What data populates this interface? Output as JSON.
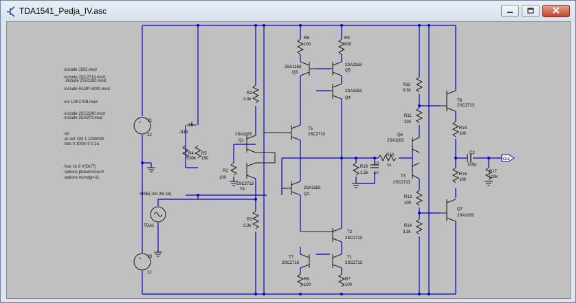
{
  "window": {
    "title": "TDA1541_Pedja_IV.asc"
  },
  "icons": {
    "app": "transistor-icon",
    "minimize": "minimize-icon",
    "maximize": "maximize-icon",
    "close": "close-icon"
  },
  "directives": [
    ".include J202.mod",
    ".include 2SC2713.mod",
    ".include 2SA1163.mod",
    ".include HLMP-6000.mod",
    ".inc LSK170B.mod",
    ".include 2SC2240.mod",
    ".include 2SA970.mod",
    ".op",
    ".ac oct 100 1 1000000",
    ".tran 0 100m 0 0.1u",
    ".four 1k 9 V(OUT)",
    ".options plotwinsize=0",
    ".options numdgt=11"
  ],
  "components": {
    "V1": {
      "name": "V1",
      "value": "12"
    },
    "V3": {
      "name": "V3",
      "value": "12"
    },
    "T6": {
      "name": "T6",
      "model": "J113"
    },
    "R4": {
      "name": "R4",
      "value": "100k"
    },
    "R5": {
      "name": "R5",
      "value": "150"
    },
    "R2": {
      "name": "R2",
      "value": "3.3k"
    },
    "R3": {
      "name": "R3",
      "value": "3.3k"
    },
    "R1": {
      "name": "R1",
      "value": "100"
    },
    "Q1": {
      "name": "Q1",
      "model": "2SA1163"
    },
    "T4": {
      "name": "T4",
      "model": "2SC2713"
    },
    "TDA1": {
      "name": "TDA1",
      "value": "SINE(-2m 2m 1k)"
    },
    "R8": {
      "name": "R8",
      "value": "100"
    },
    "R9": {
      "name": "R9",
      "value": "100"
    },
    "Q3": {
      "name": "Q3",
      "model": "2SA1163"
    },
    "Q5": {
      "name": "Q5",
      "model": "2SA1163"
    },
    "Q4": {
      "name": "Q4",
      "model": "2SA1163"
    },
    "T5": {
      "name": "T5",
      "model": "2SC2713"
    },
    "Q2": {
      "name": "Q2",
      "model": "2SA1163"
    },
    "T2": {
      "name": "T2",
      "model": "2SC2713"
    },
    "T7": {
      "name": "T7",
      "model": "2SC2713"
    },
    "T1": {
      "name": "T1",
      "model": "2SC2713"
    },
    "R6": {
      "name": "R6",
      "value": "100"
    },
    "R7": {
      "name": "R7",
      "value": "100"
    },
    "R18": {
      "name": "R18",
      "value": "1.5k"
    },
    "C1": {
      "name": "C1",
      "value": "1n"
    },
    "R10": {
      "name": "R10",
      "value": "1k"
    },
    "R12": {
      "name": "R12",
      "value": "3.3k"
    },
    "R11": {
      "name": "R11",
      "value": "100"
    },
    "Q6": {
      "name": "Q6",
      "model": "2SA1163"
    },
    "T3": {
      "name": "T3",
      "model": "2SC2713"
    },
    "R13": {
      "name": "R13",
      "value": "100"
    },
    "R14": {
      "name": "R14",
      "value": "3.3k"
    },
    "T8": {
      "name": "T8",
      "model": "2SC2713"
    },
    "R15": {
      "name": "R15",
      "value": "100"
    },
    "R16": {
      "name": "R16",
      "value": "100"
    },
    "Q7": {
      "name": "Q7",
      "model": "2SA1163"
    },
    "C2": {
      "name": "C2",
      "value": "100µ"
    },
    "R17": {
      "name": "R17",
      "value": "100k"
    }
  },
  "net_labels": {
    "out": "Out"
  },
  "colors": {
    "wire": "#0000cc",
    "component": "#1a1a1a",
    "schematic_bg": "#c0c0c0",
    "output_port": "#0000cc"
  }
}
